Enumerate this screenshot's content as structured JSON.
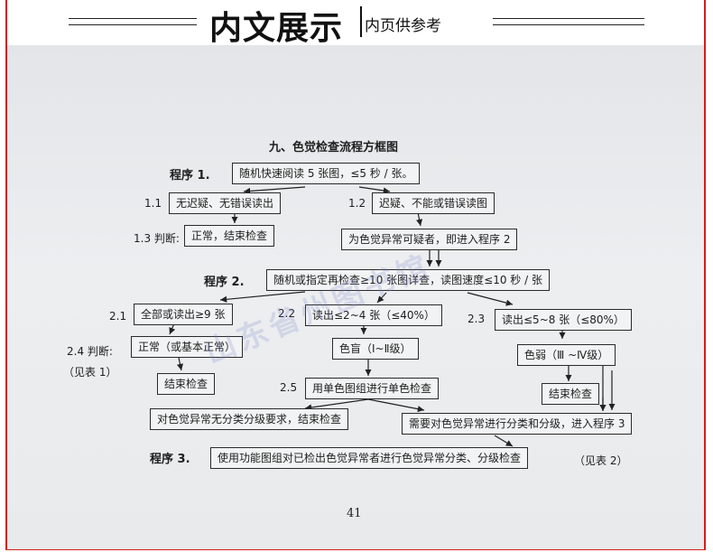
{
  "header": {
    "title": "内文展示",
    "subtitle": "内页供参考"
  },
  "doc": {
    "title": "九、色觉检查流程方框图",
    "programs": {
      "p1": "程序 1.",
      "p2": "程序 2.",
      "p3": "程序 3."
    },
    "labels": {
      "l11": "1.1",
      "l12": "1.2",
      "l13": "1.3 判断:",
      "l21": "2.1",
      "l22": "2.2",
      "l23": "2.3",
      "l24": "2.4 判断:",
      "l24b": "（见表 1）",
      "l25": "2.5"
    },
    "boxes": {
      "b1": "随机快速阅读 5 张图，≤5 秒 / 张。",
      "b11": "无迟疑、无错误读出",
      "b12": "迟疑、不能或错误读图",
      "b13": "正常，结束检查",
      "b12n": "为色觉异常可疑者，即进入程序 2",
      "b2": "随机或指定再检查≥10 张图详查，读图速度≤10 秒 / 张",
      "b21": "全部或读出≥9 张",
      "b22": "读出≤2~4 张（≤40%）",
      "b23": "读出≤5~8 张（≤80%）",
      "b24": "正常（或基本正常）",
      "b22n": "色盲（Ⅰ~Ⅱ级）",
      "b23n": "色弱（Ⅲ ~Ⅳ级）",
      "b24end": "结束检查",
      "b25": "用单色图组进行单色检查",
      "b23end": "结束检查",
      "b26": "对色觉异常无分类分级要求，结束检查",
      "b27": "需要对色觉异常进行分类和分级，进入程序 3",
      "b3": "使用功能图组对已检出色觉异常者进行色觉异常分类、分级检查",
      "b3note": "（见表 2）"
    },
    "page_number": "41",
    "watermark": "山东省州图书馆"
  }
}
